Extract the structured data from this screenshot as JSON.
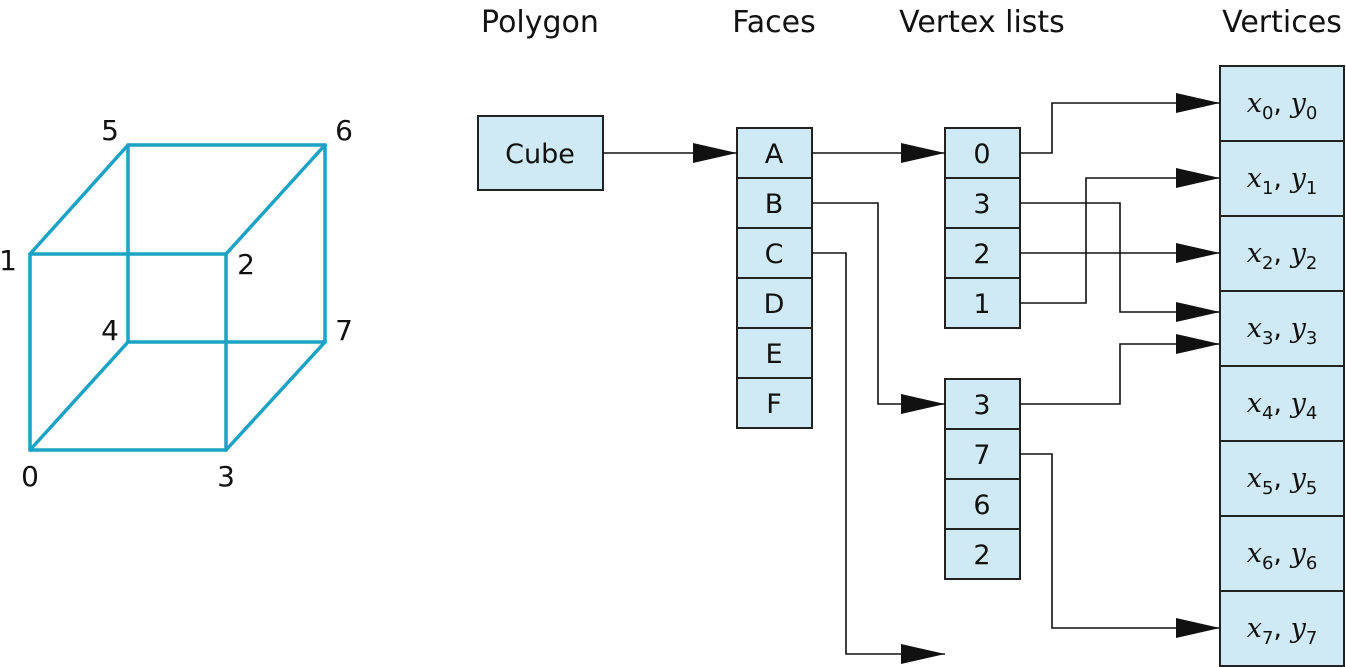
{
  "headers": {
    "polygon": "Polygon",
    "faces": "Faces",
    "vertex_lists": "Vertex lists",
    "vertices": "Vertices"
  },
  "cube_labels": [
    "0",
    "1",
    "2",
    "3",
    "4",
    "5",
    "6",
    "7"
  ],
  "polygon_box": "Cube",
  "faces": [
    "A",
    "B",
    "C",
    "D",
    "E",
    "F"
  ],
  "vertex_list_a": [
    "0",
    "3",
    "2",
    "1"
  ],
  "vertex_list_b": [
    "3",
    "7",
    "6",
    "2"
  ],
  "vertices": [
    {
      "x": "x",
      "y": "y",
      "i": "0"
    },
    {
      "x": "x",
      "y": "y",
      "i": "1"
    },
    {
      "x": "x",
      "y": "y",
      "i": "2"
    },
    {
      "x": "x",
      "y": "y",
      "i": "3"
    },
    {
      "x": "x",
      "y": "y",
      "i": "4"
    },
    {
      "x": "x",
      "y": "y",
      "i": "5"
    },
    {
      "x": "x",
      "y": "y",
      "i": "6"
    },
    {
      "x": "x",
      "y": "y",
      "i": "7"
    }
  ],
  "colors": {
    "cube_edge": "#1ba2c4",
    "box_fill": "#cfeaf4"
  }
}
